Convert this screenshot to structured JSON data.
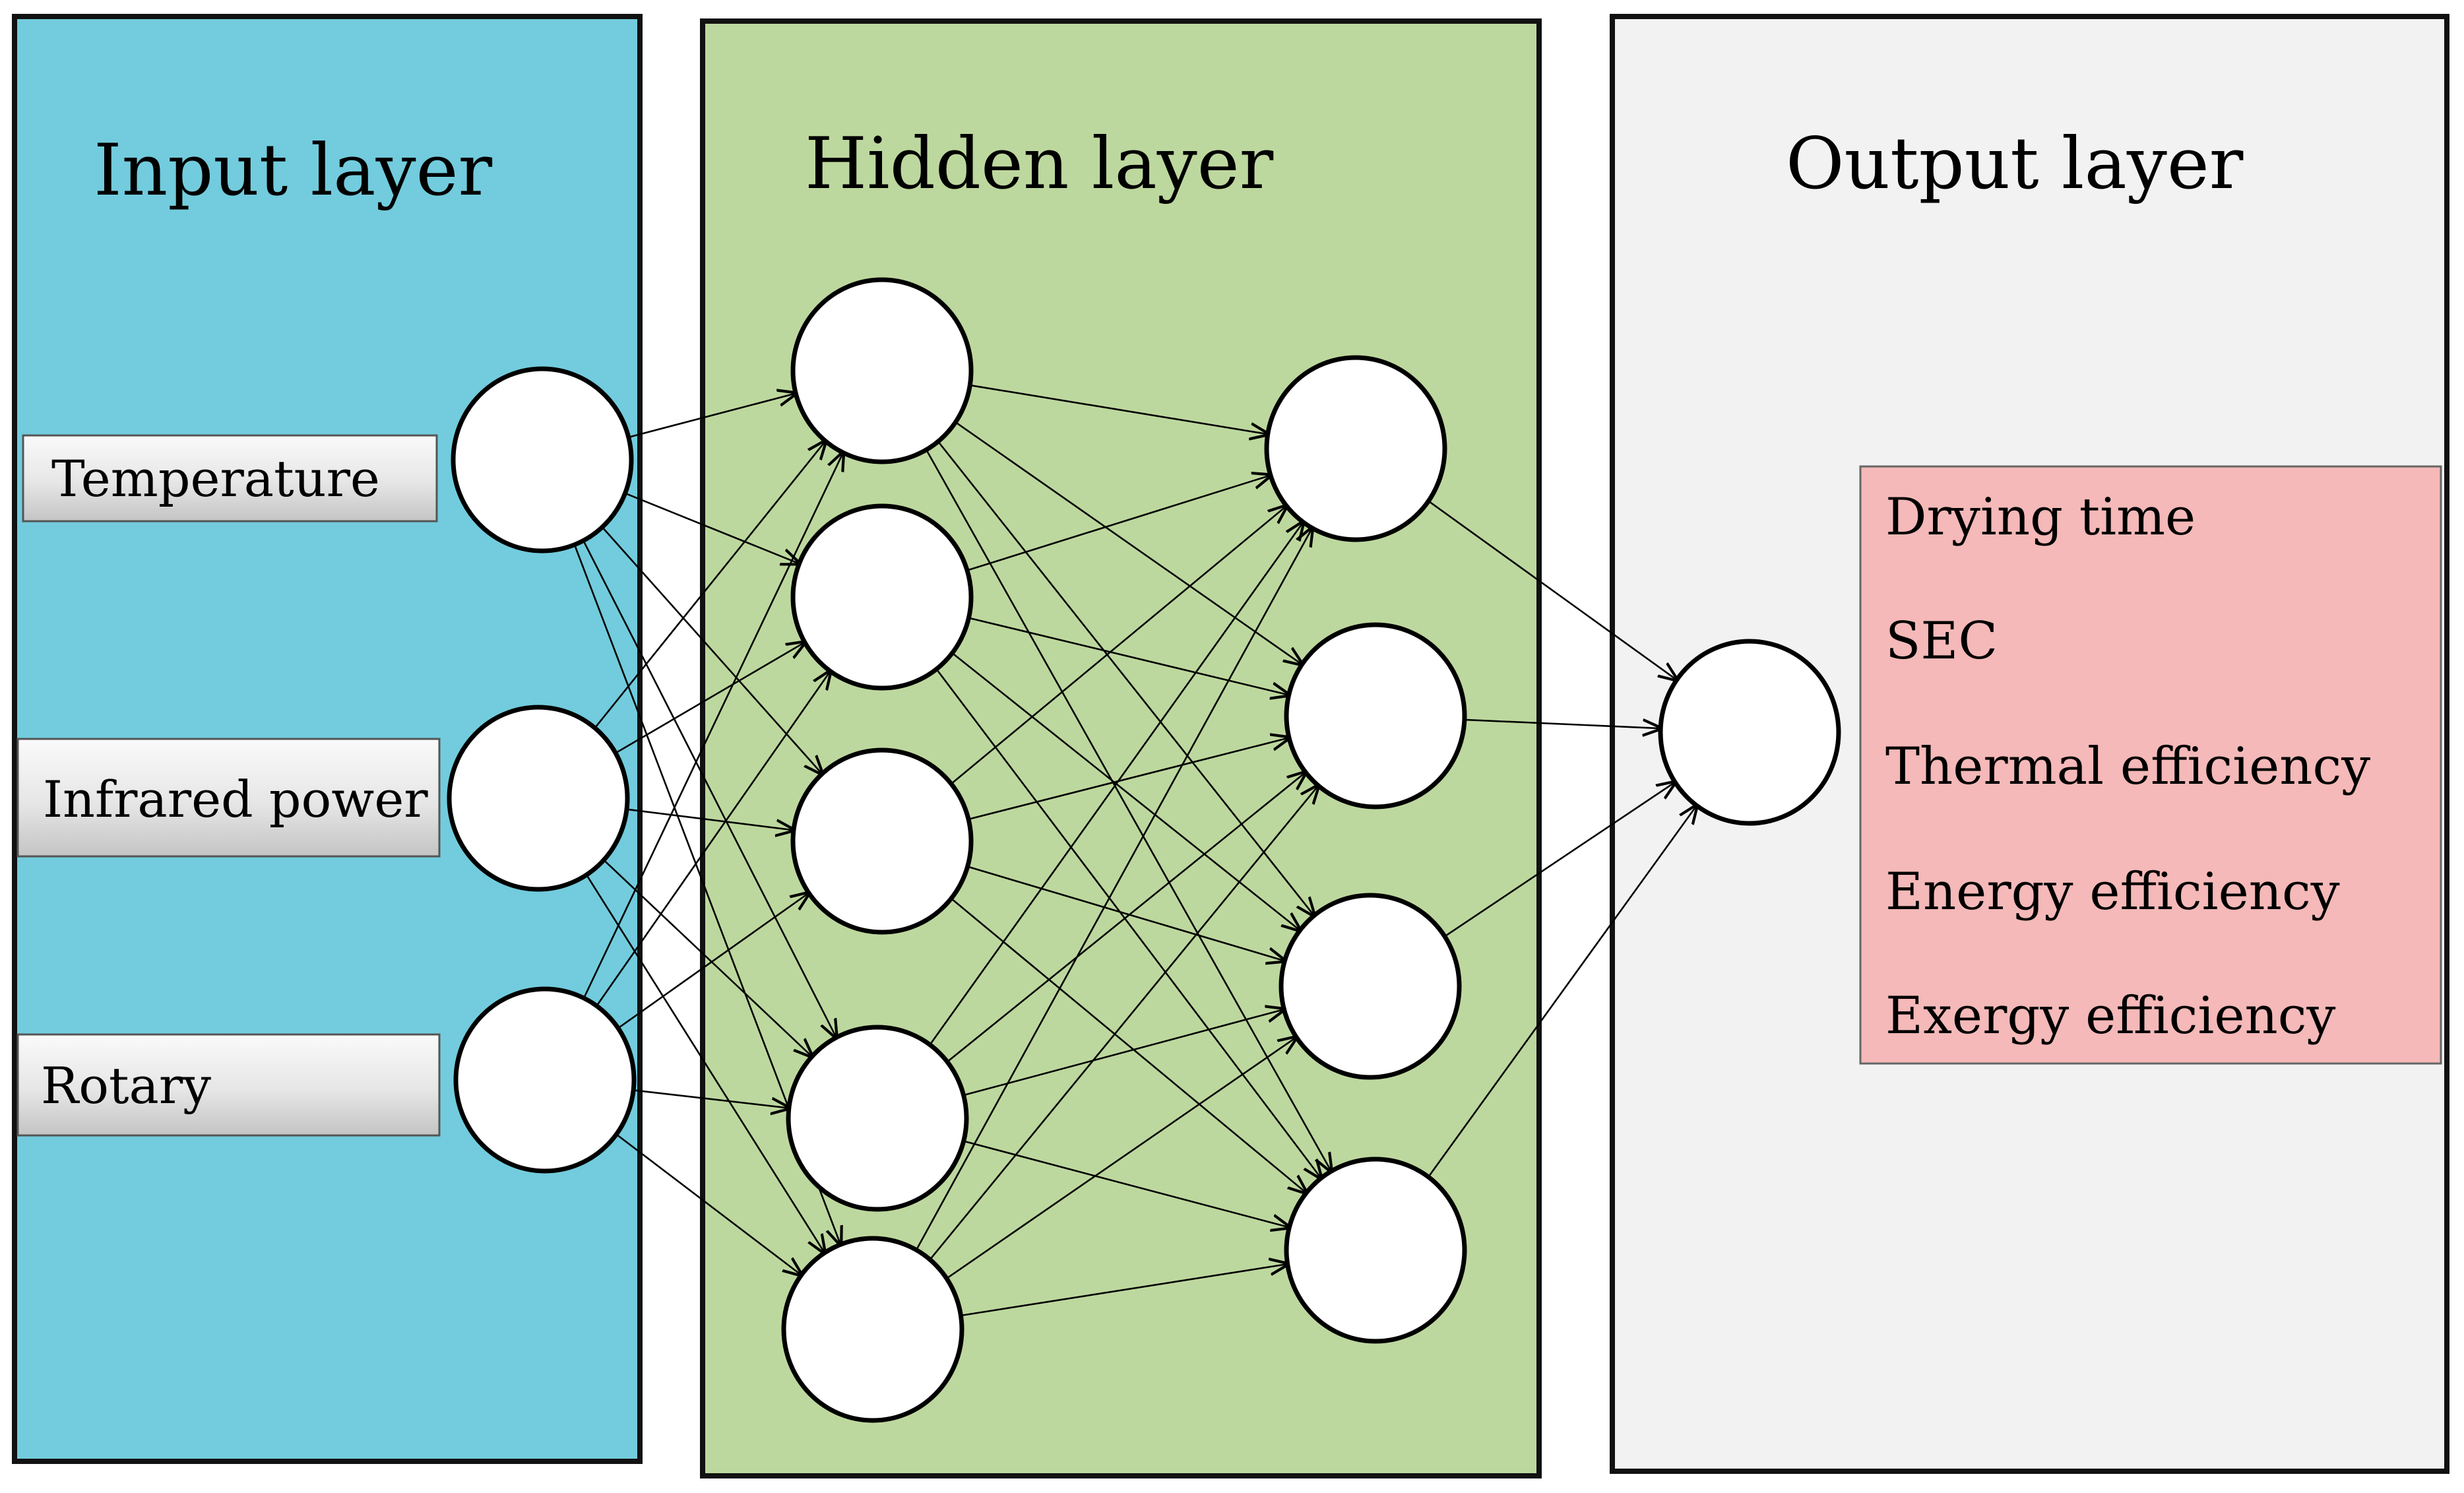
{
  "diagram": {
    "input_panel": {
      "title": "Input layer",
      "color": "#72CCDD"
    },
    "hidden_panel": {
      "title": "Hidden layer",
      "color": "#BDD89E"
    },
    "output_panel": {
      "title": "Output layer",
      "color": "#F2F2F2"
    },
    "input_labels": [
      "Temperature",
      "Infrared power",
      "Rotary"
    ],
    "outputs_box": {
      "color": "#F4B9B8",
      "items": [
        "Drying time",
        "SEC",
        "Thermal efficiency",
        "Energy efficiency",
        "Exergy efficiency"
      ]
    },
    "layers": {
      "input_nodes": 3,
      "hidden1_nodes": 5,
      "hidden2_nodes": 4,
      "output_nodes": 1
    }
  }
}
